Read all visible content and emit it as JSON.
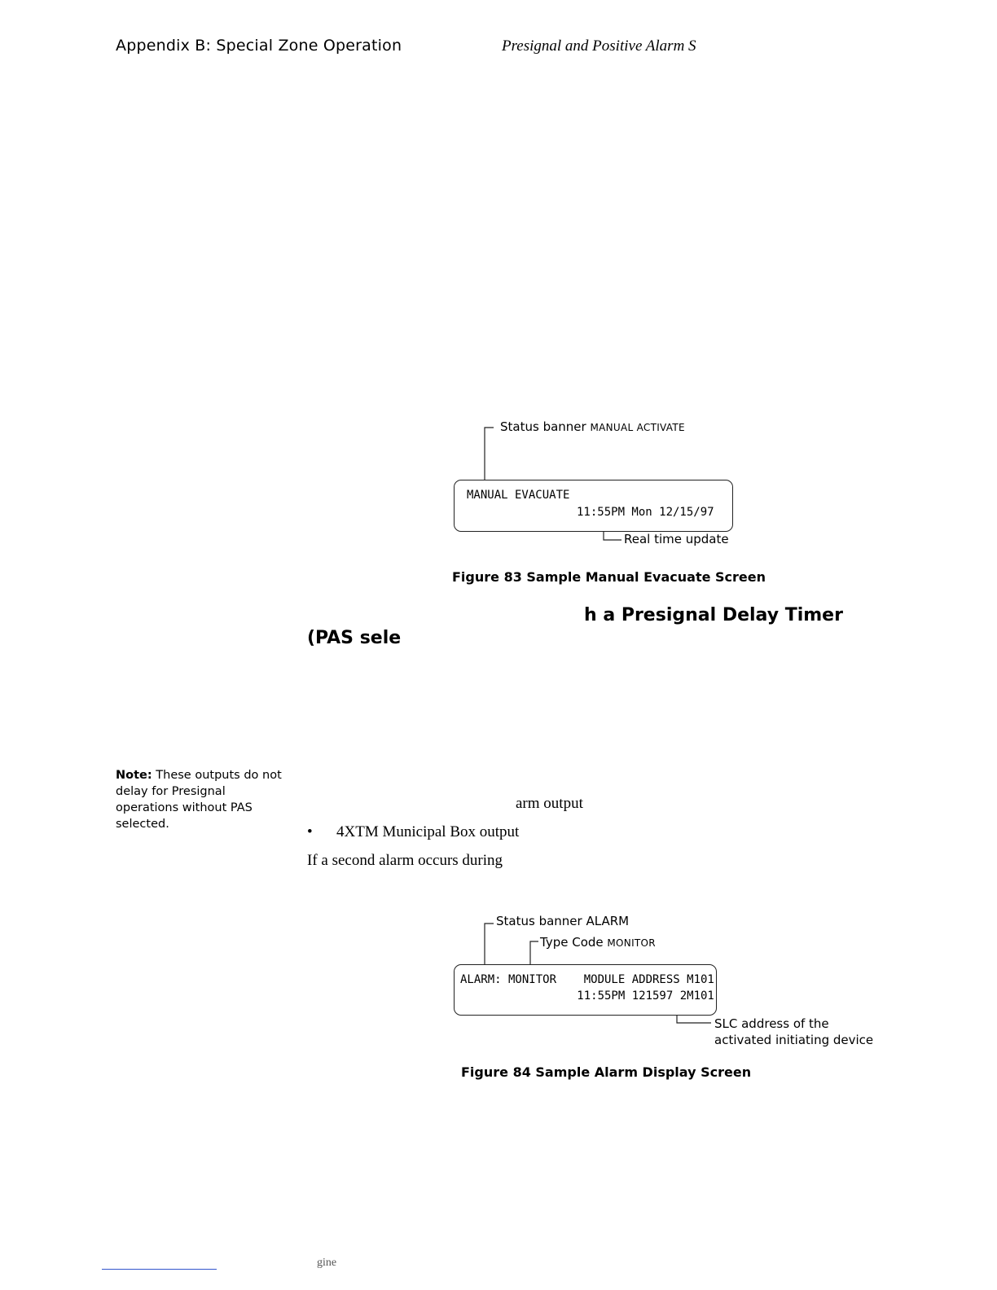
{
  "header": {
    "section": "Appendix B: Special Zone Operation",
    "chapter": "Presignal and Positive Alarm S"
  },
  "figure83": {
    "callout_banner_prefix": "Status banner",
    "callout_banner_value": "MANUAL ACTIVATE",
    "lcd_line1": "MANUAL EVACUATE",
    "lcd_line2": "11:55PM Mon 12/15/97",
    "callout_time": "Real time update",
    "caption": "Figure 83  Sample Manual Evacuate Screen"
  },
  "section_heading": {
    "line1": "h a Presignal Delay Timer",
    "line2": "(PAS sele"
  },
  "note": {
    "label": "Note:",
    "text": " These outputs do not delay for Presignal operations without PAS selected."
  },
  "body": {
    "fragment_alarm_output": "arm output",
    "bullet_symbol": "•",
    "bullet_text": "4XTM Municipal Box output",
    "paragraph": "If a second alarm occurs during"
  },
  "figure84": {
    "callout_banner_prefix": "Status banner",
    "callout_banner_value": "ALARM",
    "callout_type_prefix": "Type Code",
    "callout_type_value": "MONITOR",
    "lcd_line1": "ALARM: MONITOR    MODULE ADDRESS M101",
    "lcd_line2": "                 11:55PM 121597 2M101",
    "callout_slc_line1": "SLC address of the",
    "callout_slc_line2": "activated initiating device",
    "caption": "Figure 84  Sample Alarm Display Screen"
  },
  "footer": {
    "text": "gine"
  }
}
